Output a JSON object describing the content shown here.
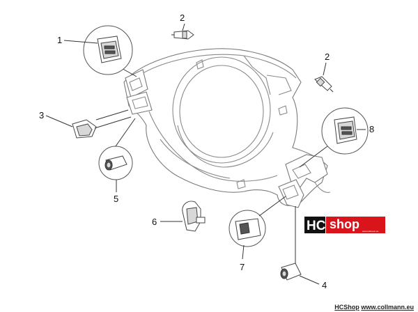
{
  "callouts": [
    {
      "id": "1",
      "label": "1"
    },
    {
      "id": "2a",
      "label": "2"
    },
    {
      "id": "2b",
      "label": "2"
    },
    {
      "id": "3",
      "label": "3"
    },
    {
      "id": "4",
      "label": "4"
    },
    {
      "id": "5",
      "label": "5"
    },
    {
      "id": "6",
      "label": "6"
    },
    {
      "id": "7",
      "label": "7"
    },
    {
      "id": "8",
      "label": "8"
    }
  ],
  "logo": {
    "left_text": "HC",
    "right_text": "shop",
    "sub_text": "www.collmann.eu",
    "colors": {
      "black": "#111111",
      "red": "#d9141b"
    }
  },
  "footer": {
    "brand": "HCShop",
    "url": "www.collmann.eu"
  }
}
